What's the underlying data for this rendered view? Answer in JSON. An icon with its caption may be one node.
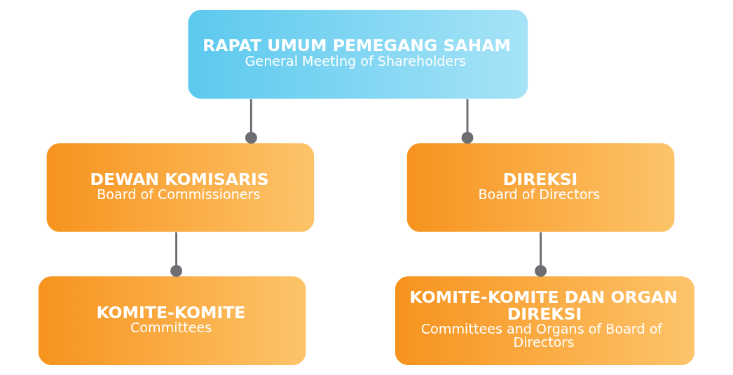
{
  "diagram": {
    "nodes": [
      {
        "text": [
          "RAPAT UMUM PEMEGANG SAHAM",
          "General Meeting of Shareholders"
        ]
      },
      {
        "text": [
          "DEWAN KOMISARIS",
          "Board of Commissioners"
        ]
      },
      {
        "text": [
          "DIREKSI",
          "Board of Directors"
        ]
      },
      {
        "text": [
          "KOMITE-KOMITE",
          "Committees"
        ]
      },
      {
        "text": [
          "KOMITE-KOMITE DAN ORGAN DIREKSI",
          "Committees and Organs of Board of Directors"
        ]
      }
    ],
    "edges": [
      {
        "from": 0,
        "to": 1,
        "arrow": "other"
      },
      {
        "from": 0,
        "to": 2,
        "arrow": "other"
      },
      {
        "from": 1,
        "to": 3,
        "arrow": "other"
      },
      {
        "from": 2,
        "to": 4,
        "arrow": "other"
      }
    ]
  }
}
